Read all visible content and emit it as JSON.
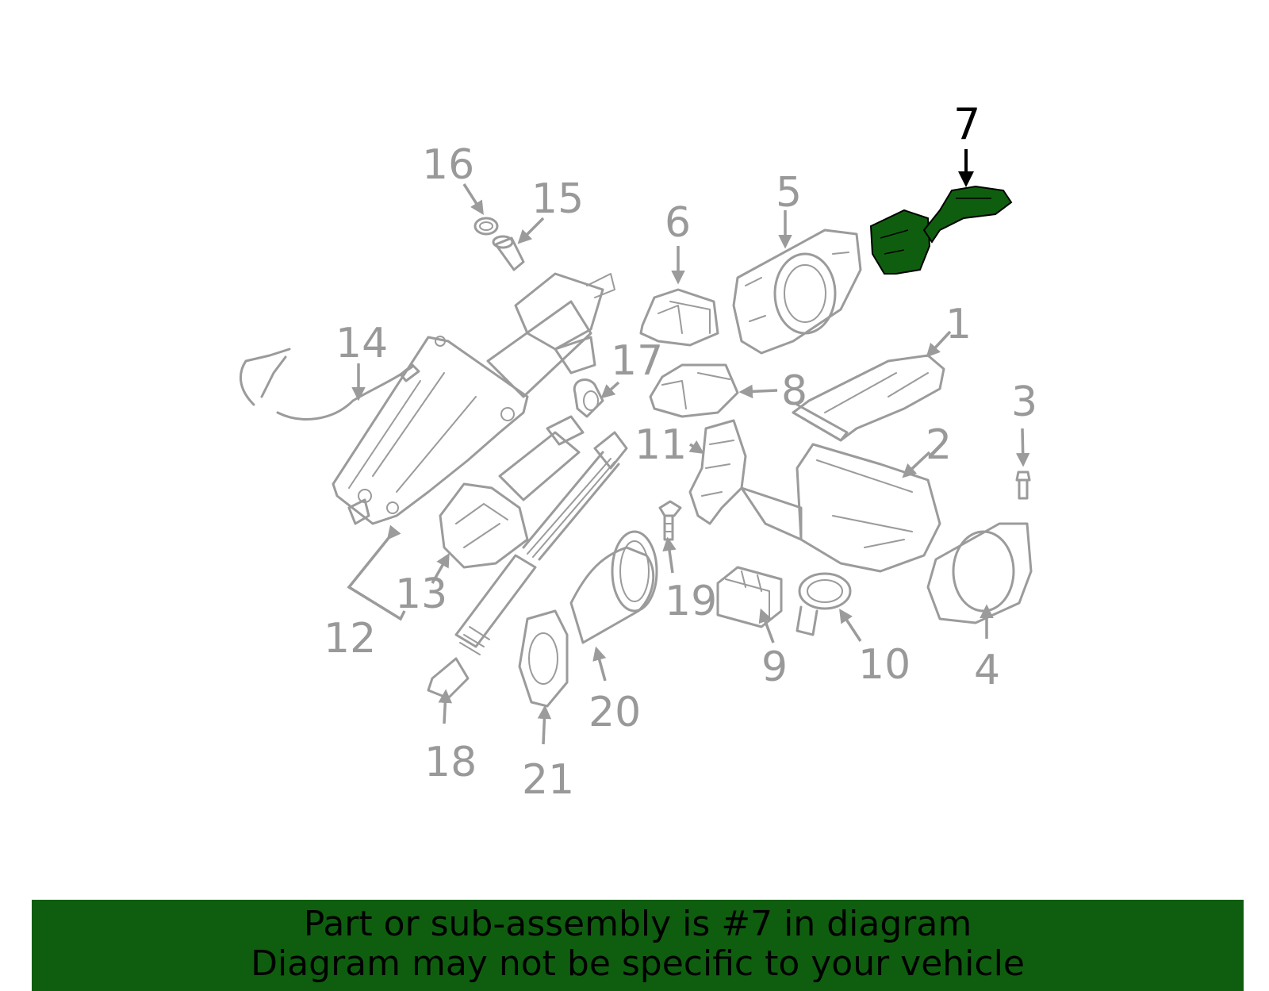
{
  "diagram": {
    "highlight_color": "#0f5e0f",
    "callouts": [
      "1",
      "2",
      "3",
      "4",
      "5",
      "6",
      "7",
      "8",
      "9",
      "10",
      "11",
      "12",
      "13",
      "14",
      "15",
      "16",
      "17",
      "18",
      "19",
      "20",
      "21"
    ],
    "highlighted_callout": "7"
  },
  "banner": {
    "background": "#0f5e0f",
    "line1": "Part or sub-assembly is #7 in diagram",
    "line2": "Diagram may not be specific to your vehicle"
  }
}
